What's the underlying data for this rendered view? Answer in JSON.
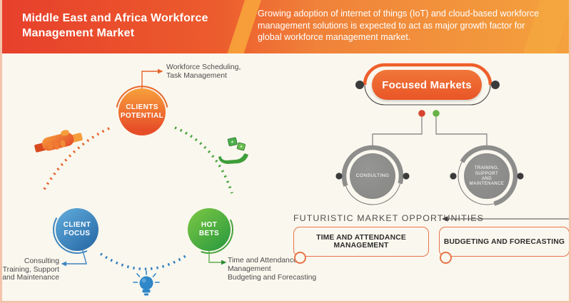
{
  "header": {
    "title": "Middle East and Africa Workforce Management Market",
    "description": "Growing adoption of internet of things (IoT) and cloud-based workforce management solutions is expected to act as major growth factor for global workforce management market."
  },
  "cycle": {
    "nodes": [
      {
        "id": "clients-potential",
        "line1": "CLIENTS",
        "line2": "POTENTIAL",
        "color": "#ee5f2b"
      },
      {
        "id": "client-focus",
        "line1": "CLIENT",
        "line2": "FOCUS",
        "color": "#3c86c0"
      },
      {
        "id": "hot-bets",
        "line1": "HOT",
        "line2": "BETS",
        "color": "#46a33c"
      }
    ],
    "callouts": {
      "clients_potential": {
        "line1": "Workforce Scheduling,",
        "line2": "Task Management"
      },
      "client_focus": {
        "line1": "Consulting",
        "line2": "Training, Support",
        "line3": "and Maintenance"
      },
      "hot_bets": {
        "line1": "Time and Attendance",
        "line2": "Management",
        "line3": "Budgeting and Forecasting"
      }
    },
    "icons": {
      "handshake": "handshake-icon",
      "money_in_hand": "money-in-hand-icon",
      "lightbulb": "lightbulb-icon"
    }
  },
  "focused_markets": {
    "title": "Focused Markets",
    "connector_dots": {
      "left_color": "#d64330",
      "right_color": "#67b346"
    },
    "children": [
      {
        "lines": [
          "CONSULTING"
        ]
      },
      {
        "lines": [
          "TRAINING,",
          "SUPPORT",
          "AND",
          "MAINTENANCE"
        ]
      }
    ]
  },
  "opportunities": {
    "heading": "FUTURISTIC MARKET OPPORTUNITIES",
    "items": [
      {
        "label": "TIME AND ATTENDANCE MANAGEMENT"
      },
      {
        "label": "BUDGETING AND FORECASTING"
      }
    ]
  },
  "colors": {
    "accent_orange": "#ee5f2b",
    "blue": "#3c86c0",
    "green": "#46a33c",
    "gray_node": "#8d8d8b",
    "background": "#faf7ee",
    "frame_border": "#f4c3ab"
  }
}
